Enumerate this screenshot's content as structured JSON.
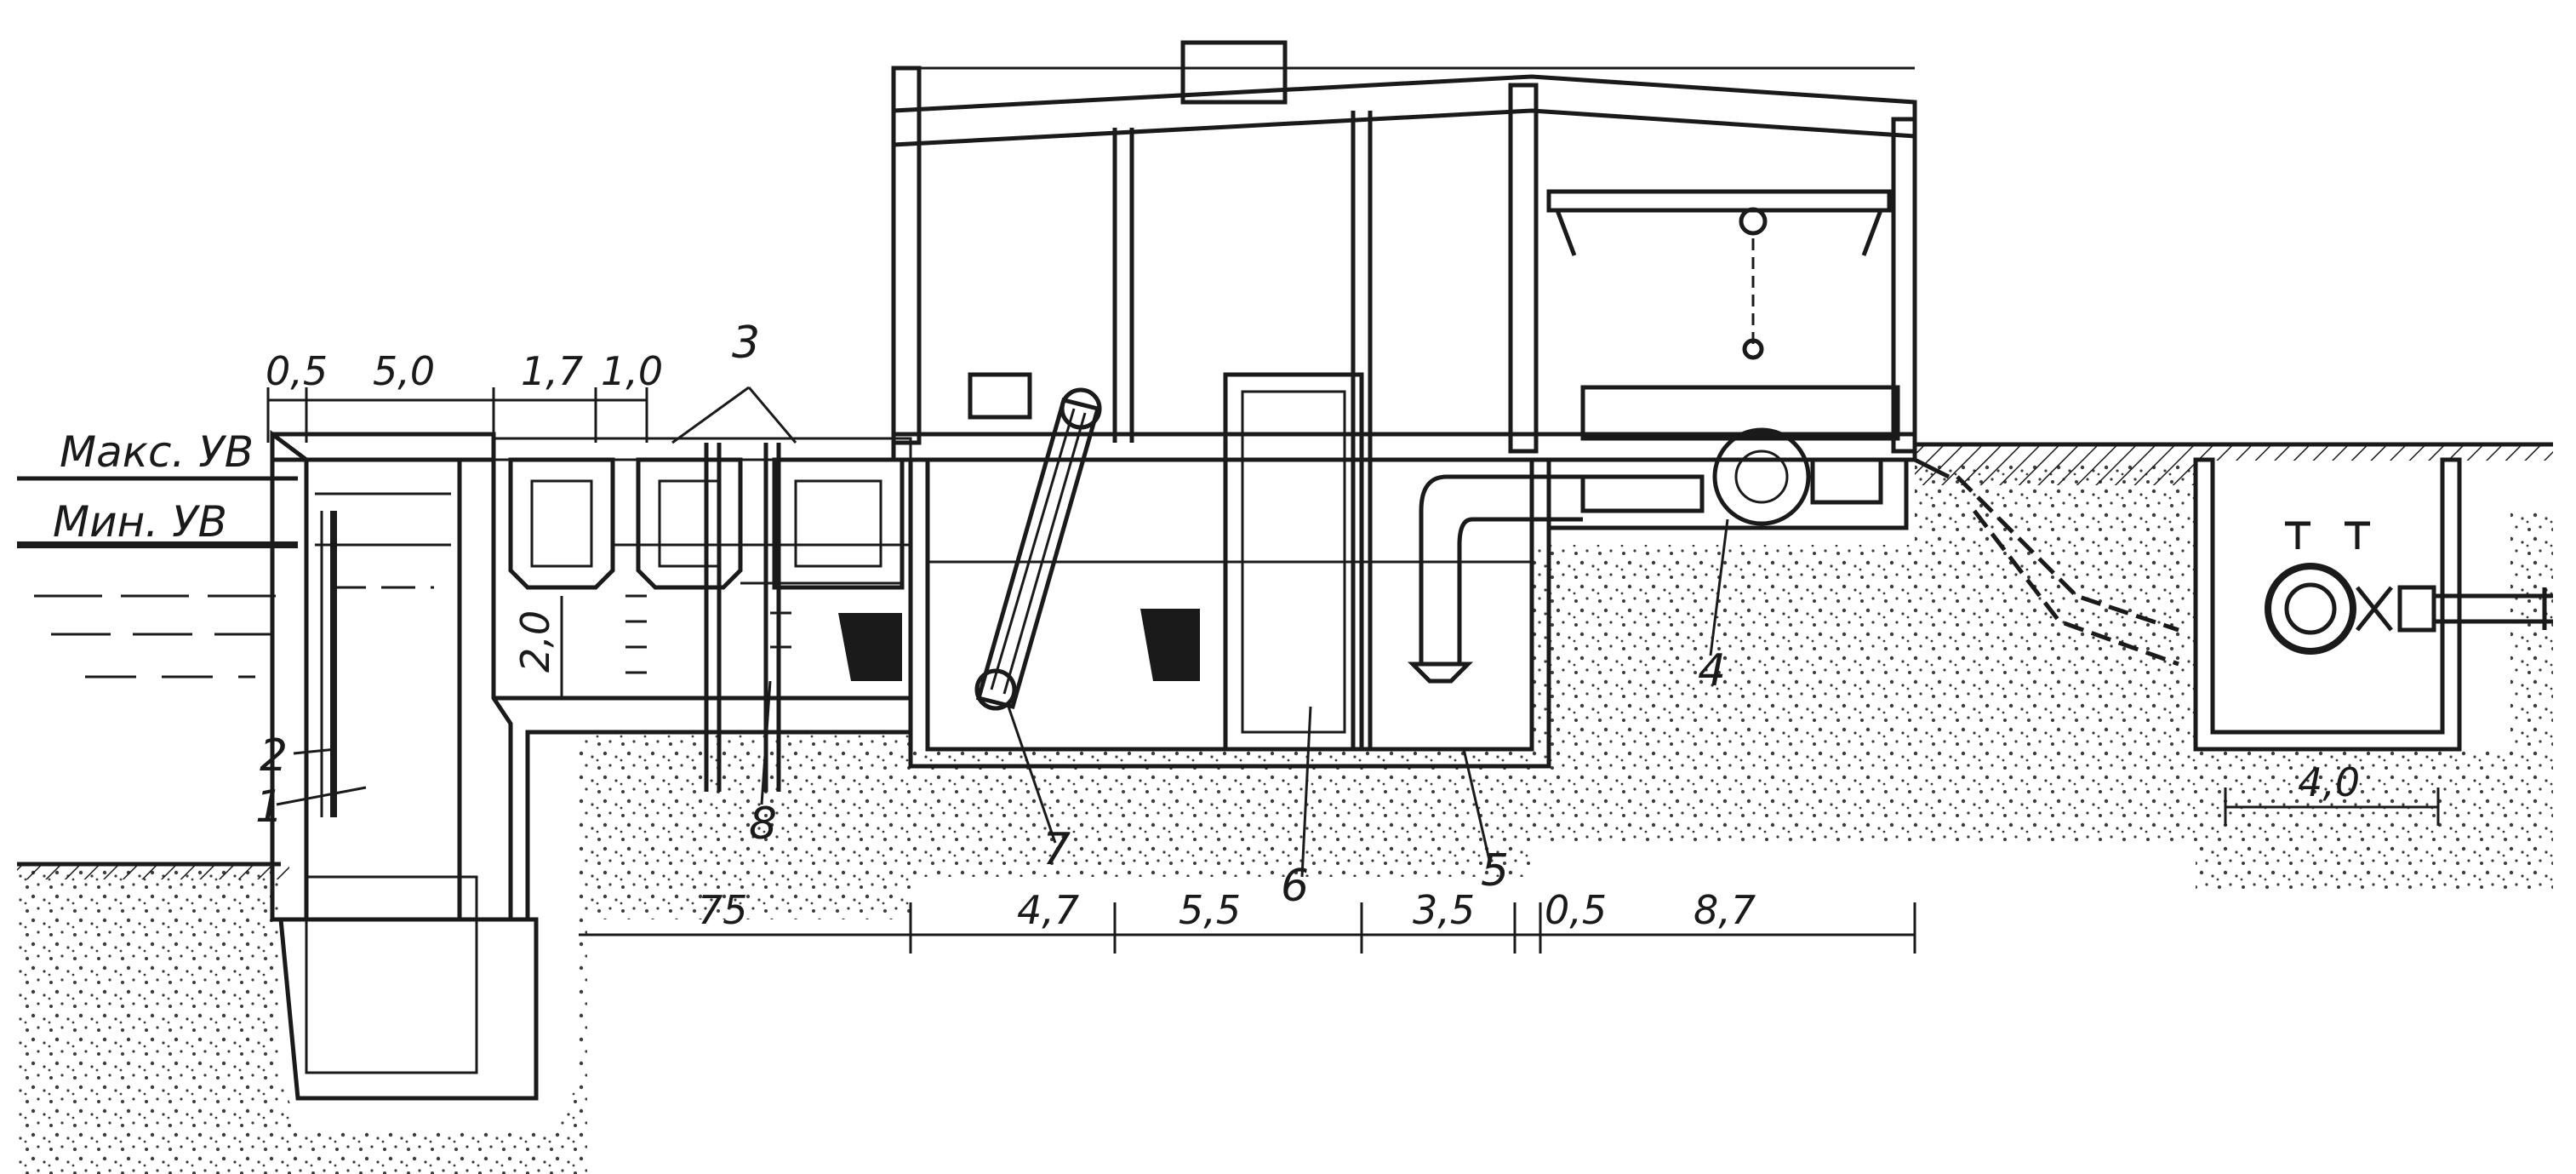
{
  "water_levels": {
    "max_label": "Макс. УВ",
    "min_label": "Мин. УВ"
  },
  "dimensions": {
    "top": [
      "0,5",
      "5,0",
      "1,7",
      "1,0"
    ],
    "depth": "2,0",
    "bottom": [
      "75",
      "4,7",
      "5,5",
      "3,5",
      "0,5",
      "8,7"
    ],
    "chamber_width": "4,0"
  },
  "callouts": [
    "1",
    "2",
    "3",
    "4",
    "5",
    "6",
    "7",
    "8"
  ],
  "figure_letter": "",
  "colors": {
    "ink": "#1a1a1a",
    "paper": "#ffffff",
    "concrete": "#e9e9e9",
    "water": "#1a1a1a"
  }
}
